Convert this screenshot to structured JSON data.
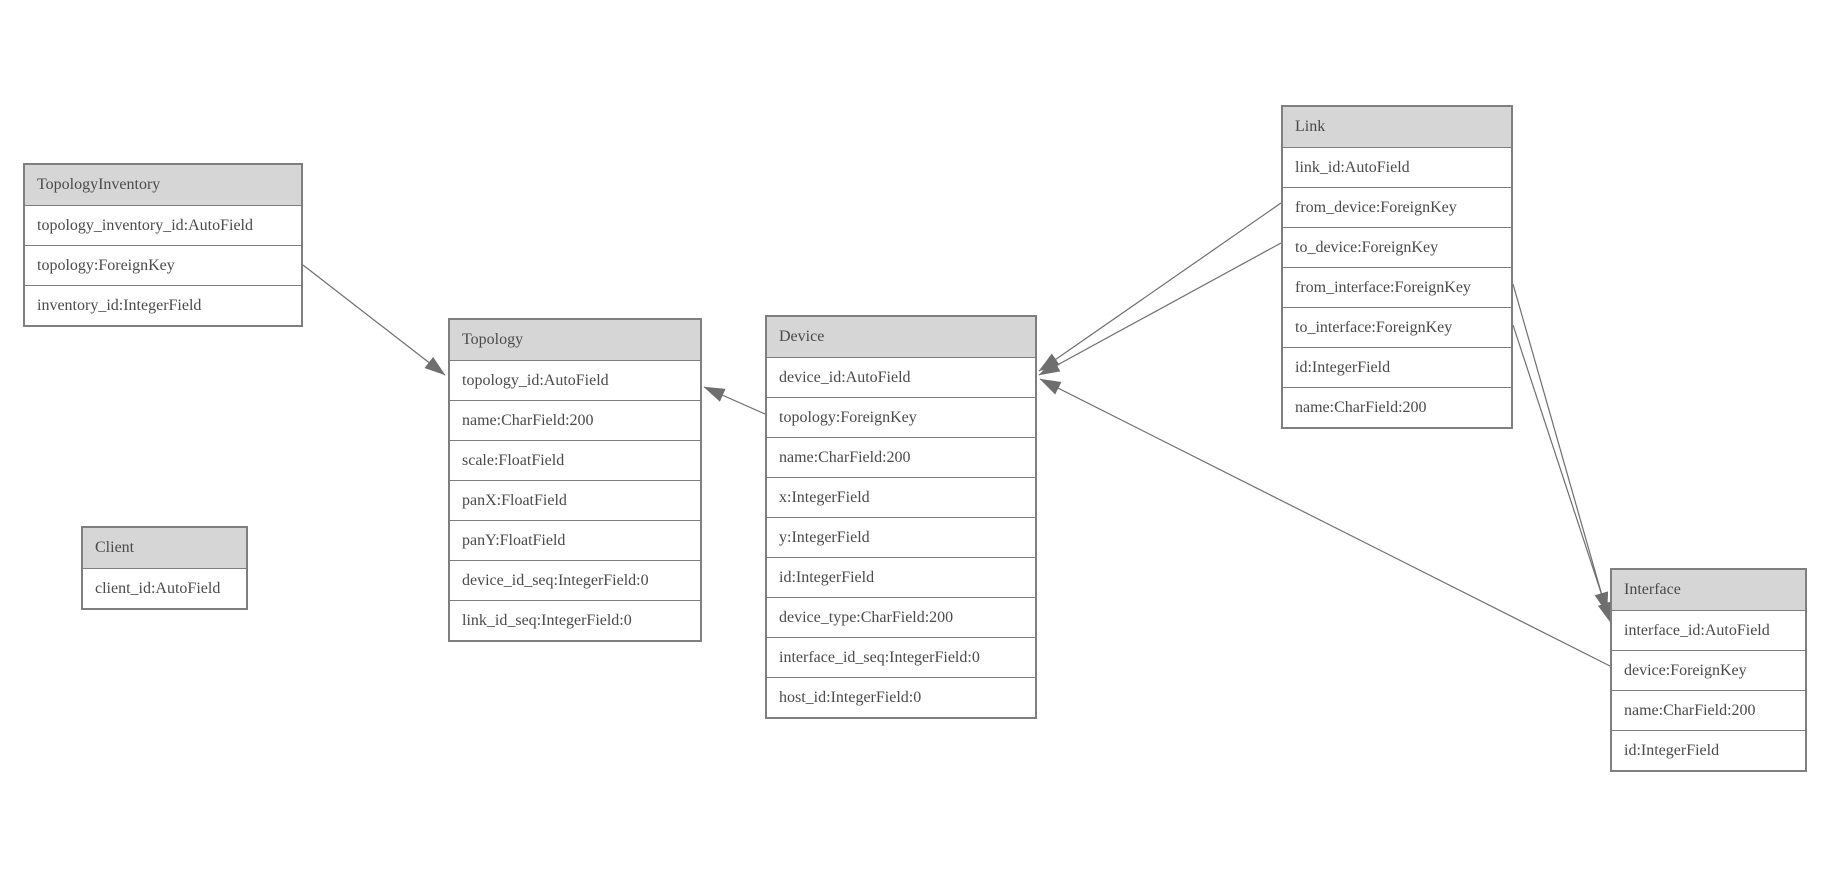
{
  "colors": {
    "header_fill": "#d6d6d6",
    "border": "#7f7f7f",
    "text": "#4a4a4a",
    "line": "#6e6e6e",
    "background": "#ffffff"
  },
  "entities": [
    {
      "name": "TopologyInventory",
      "fields": [
        "topology_inventory_id:AutoField",
        "topology:ForeignKey",
        "inventory_id:IntegerField"
      ]
    },
    {
      "name": "Topology",
      "fields": [
        "topology_id:AutoField",
        "name:CharField:200",
        "scale:FloatField",
        "panX:FloatField",
        "panY:FloatField",
        "device_id_seq:IntegerField:0",
        "link_id_seq:IntegerField:0"
      ]
    },
    {
      "name": "Client",
      "fields": [
        "client_id:AutoField"
      ]
    },
    {
      "name": "Device",
      "fields": [
        "device_id:AutoField",
        "topology:ForeignKey",
        "name:CharField:200",
        "x:IntegerField",
        "y:IntegerField",
        "id:IntegerField",
        "device_type:CharField:200",
        "interface_id_seq:IntegerField:0",
        "host_id:IntegerField:0"
      ]
    },
    {
      "name": "Link",
      "fields": [
        "link_id:AutoField",
        "from_device:ForeignKey",
        "to_device:ForeignKey",
        "from_interface:ForeignKey",
        "to_interface:ForeignKey",
        "id:IntegerField",
        "name:CharField:200"
      ]
    },
    {
      "name": "Interface",
      "fields": [
        "interface_id:AutoField",
        "device:ForeignKey",
        "name:CharField:200",
        "id:IntegerField"
      ]
    }
  ],
  "relations": [
    {
      "from": "TopologyInventory.topology",
      "to": "Topology",
      "arrow_at": "Topology.topology_id"
    },
    {
      "from": "Device.topology",
      "to": "Topology",
      "arrow_at": "Topology.topology_id"
    },
    {
      "from": "Link.from_device",
      "to": "Device",
      "arrow_at": "Device.device_id"
    },
    {
      "from": "Link.to_device",
      "to": "Device",
      "arrow_at": "Device.device_id"
    },
    {
      "from": "Interface.device",
      "to": "Device",
      "arrow_at": "Device.device_id"
    },
    {
      "from": "Link.from_interface",
      "to": "Interface",
      "arrow_at": "Interface.interface_id"
    },
    {
      "from": "Link.to_interface",
      "to": "Interface",
      "arrow_at": "Interface.interface_id"
    }
  ]
}
